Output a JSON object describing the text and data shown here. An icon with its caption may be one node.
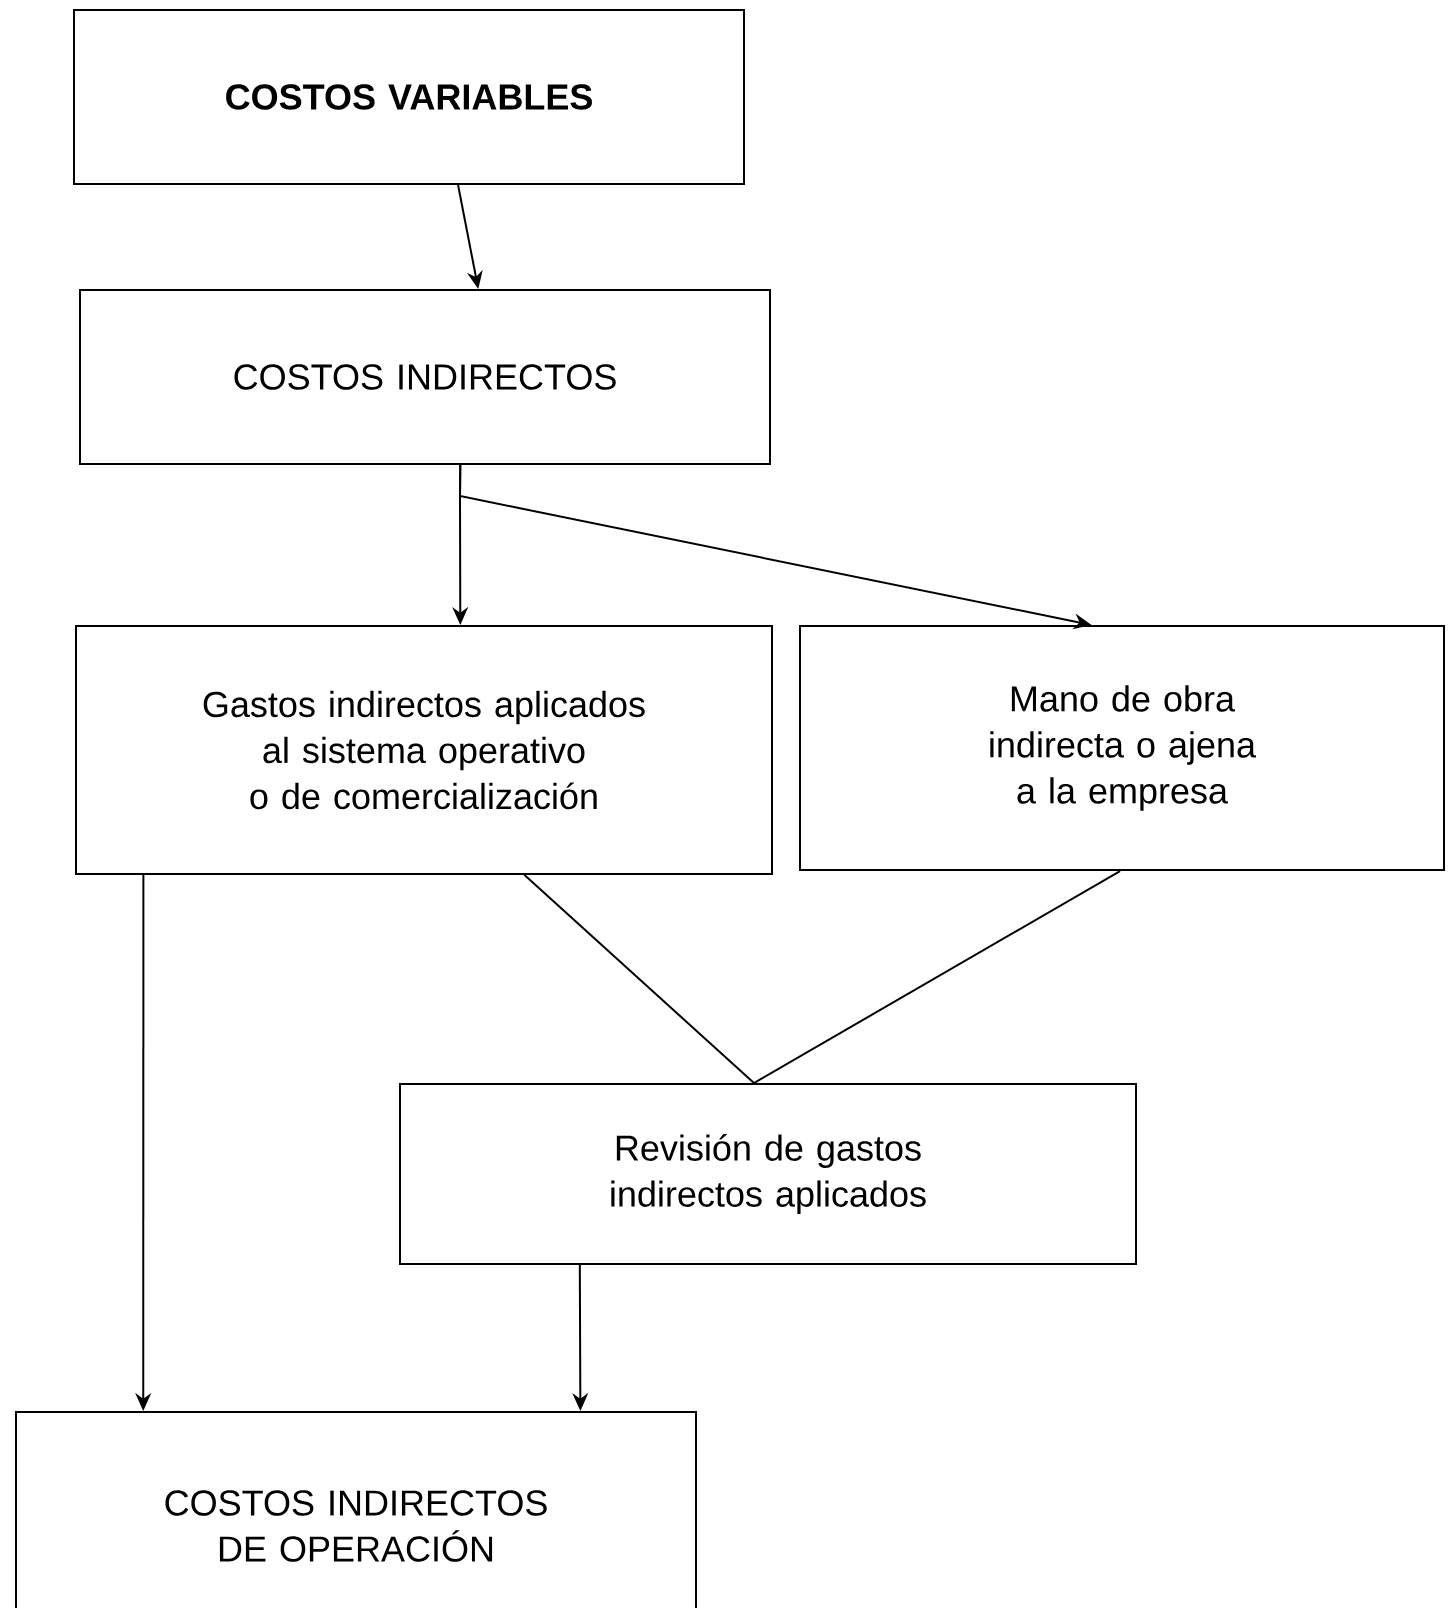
{
  "diagram": {
    "nodes": [
      {
        "text": [
          "**COSTOS VARIABLES**"
        ]
      },
      {
        "text": [
          "COSTOS INDIRECTOS"
        ]
      },
      {
        "text": [
          "Gastos indirectos aplicados al sistema operativo o de comercialización"
        ]
      },
      {
        "text": [
          "Mano de obra indirecta o ajena a la empresa"
        ]
      },
      {
        "text": [
          "Revisión de gastos indirectos aplicados"
        ]
      },
      {
        "text": [
          "COSTOS INDIRECTOS DE OPERACIÓN"
        ]
      }
    ],
    "edges": [
      {
        "from": 0,
        "to": 1,
        "arrow": "to"
      },
      {
        "from": 1,
        "to": 2,
        "arrow": "to"
      },
      {
        "from": 1,
        "to": 3,
        "arrow": "to"
      },
      {
        "from": 2,
        "to": 4,
        "arrow": "none"
      },
      {
        "from": 3,
        "to": 4,
        "arrow": "none"
      },
      {
        "from": 2,
        "to": 5,
        "arrow": "to"
      },
      {
        "from": 4,
        "to": 5,
        "arrow": "to"
      }
    ]
  }
}
